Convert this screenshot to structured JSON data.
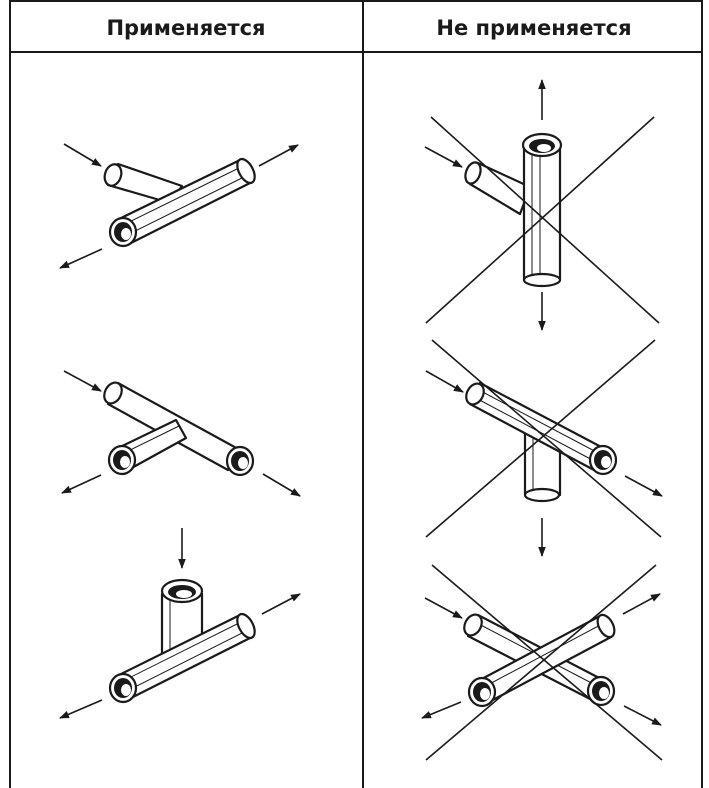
{
  "table": {
    "col_left_header": "Применяется",
    "col_right_header": "Не применяется"
  },
  "fittings": [
    {
      "column": "left",
      "shape": "tee",
      "status": "applicable"
    },
    {
      "column": "left",
      "shape": "tee",
      "status": "applicable"
    },
    {
      "column": "left",
      "shape": "tee",
      "status": "applicable"
    },
    {
      "column": "right",
      "shape": "tee",
      "status": "not-applicable"
    },
    {
      "column": "right",
      "shape": "tee",
      "status": "not-applicable"
    },
    {
      "column": "right",
      "shape": "cross",
      "status": "not-applicable"
    }
  ]
}
